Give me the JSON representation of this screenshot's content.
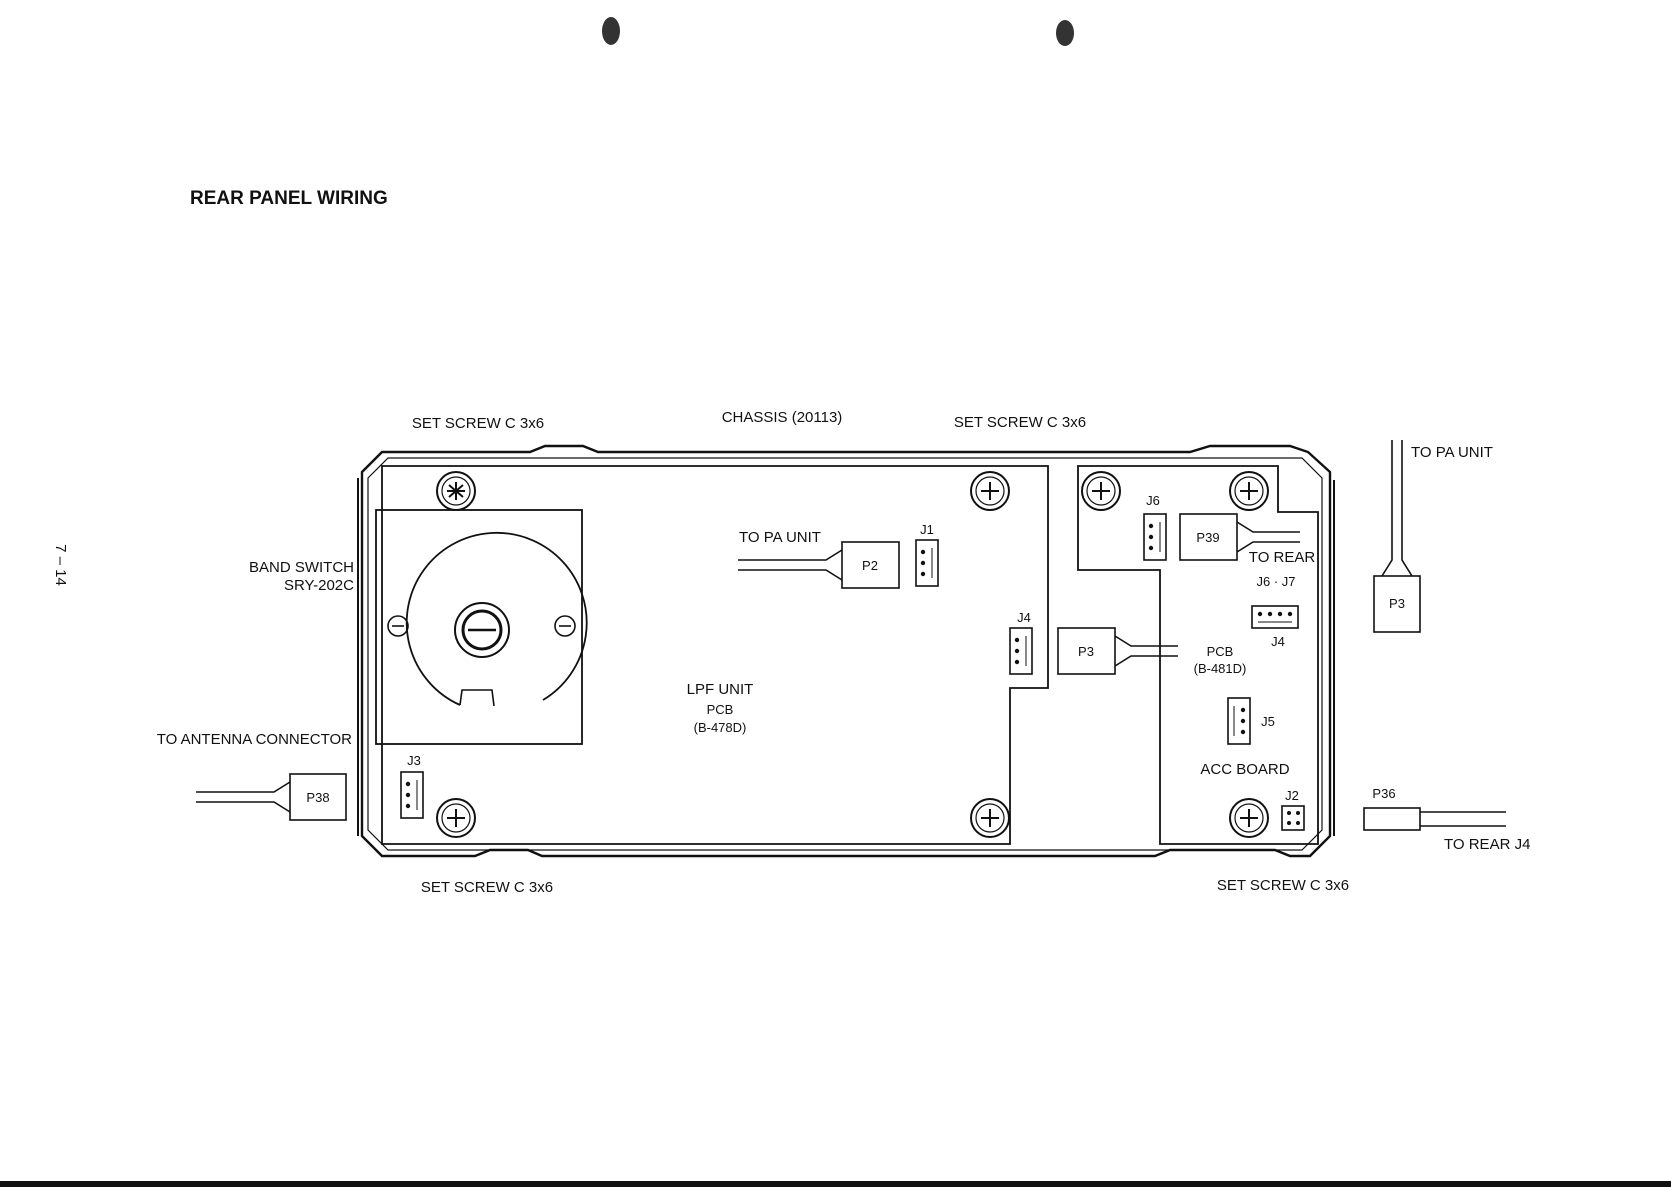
{
  "title": "REAR PANEL WIRING",
  "page_number": "7 – 14",
  "labels": {
    "set_screw_top_left": "SET SCREW C 3x6",
    "chassis": "CHASSIS (20113)",
    "set_screw_top_right": "SET SCREW C 3x6",
    "set_screw_bottom_left": "SET SCREW C 3x6",
    "set_screw_bottom_right": "SET SCREW C 3x6",
    "band_switch_line1": "BAND SWITCH",
    "band_switch_line2": "SRY-202C",
    "to_antenna_connector": "TO ANTENNA CONNECTOR",
    "to_pa_unit_center": "TO PA UNIT",
    "to_pa_unit_right": "TO PA UNIT",
    "to_rear_line1": "TO REAR",
    "to_rear_line2": "J6 · J7",
    "to_rear_j4": "TO REAR J4",
    "lpf_unit": "LPF UNIT",
    "lpf_pcb": "PCB",
    "lpf_pcb_num": "(B-478D)",
    "acc_pcb": "PCB",
    "acc_pcb_num": "(B-481D)",
    "acc_board": "ACC BOARD"
  },
  "connectors": {
    "p2": "P2",
    "p3_center": "P3",
    "p3_right": "P3",
    "p38": "P38",
    "p39": "P39",
    "p36": "P36",
    "j1": "J1",
    "j2": "J2",
    "j3": "J3",
    "j4_lpf": "J4",
    "j4_acc": "J4",
    "j5": "J5",
    "j6": "J6"
  }
}
